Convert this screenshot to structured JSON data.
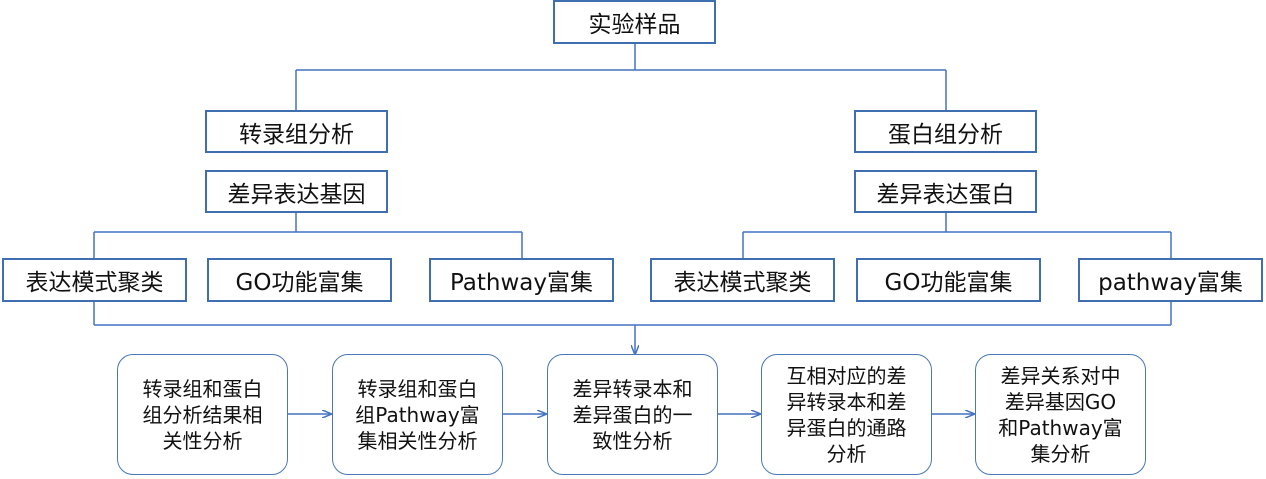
{
  "root": {
    "label": "实验样品"
  },
  "left_branch": {
    "title": "转录组分析",
    "sub": "差异表达基因",
    "analyses": [
      "表达模式聚类",
      "GO功能富集",
      "Pathway富集"
    ]
  },
  "right_branch": {
    "title": "蛋白组分析",
    "sub": "差异表达蛋白",
    "analyses": [
      "表达模式聚类",
      "GO功能富集",
      "pathway富集"
    ]
  },
  "flow_steps": [
    "转录组和蛋白\n组分析结果相\n关性分析",
    "转录组和蛋白\n组Pathway富\n集相关性分析",
    "差异转录本和\n差异蛋白的一\n致性分析",
    "互相对应的差\n异转录本和差\n异蛋白的通路\n分析",
    "差异关系对中\n差异基因GO\n和Pathway富\n集分析"
  ],
  "colors": {
    "line": "#4472c4",
    "border": "#3f6fb0"
  }
}
